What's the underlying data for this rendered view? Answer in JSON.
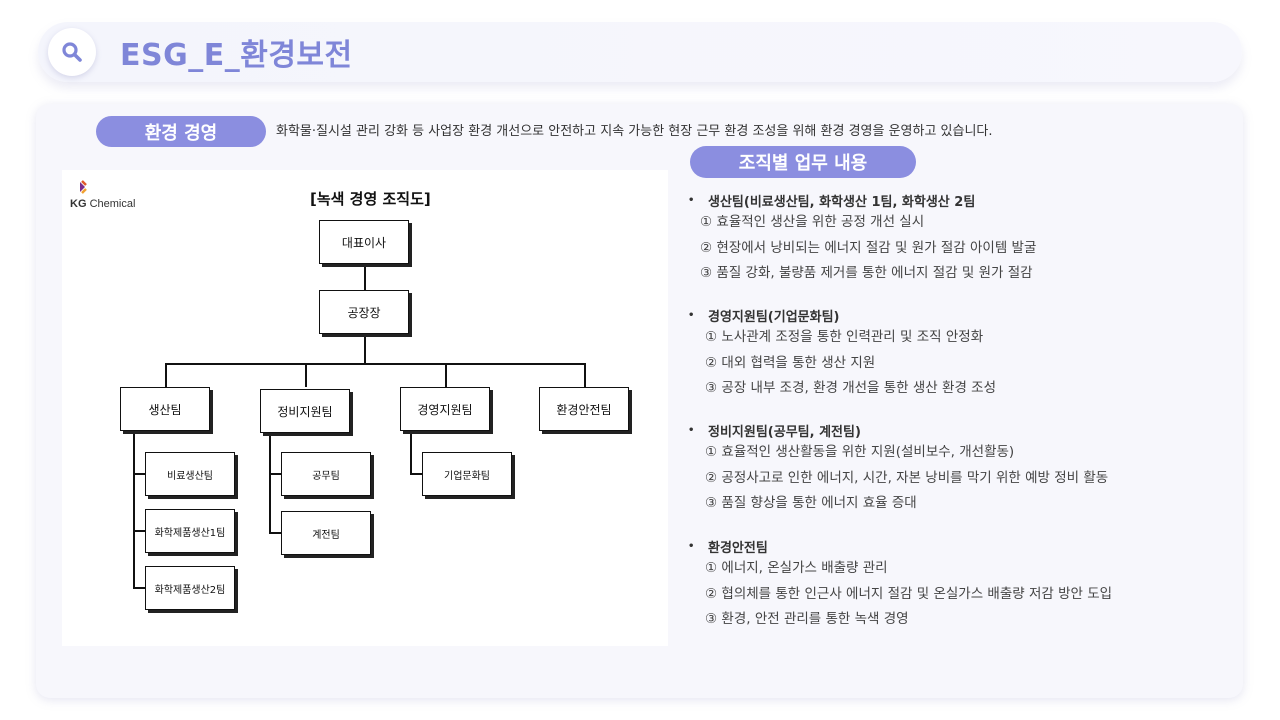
{
  "header": {
    "title": "ESG_E_환경보전"
  },
  "env_section": {
    "label": "환경 경영",
    "description": "화학물·질시설 관리 강화 등 사업장 환경 개선으로 안전하고 지속 가능한 현장 근무 환경 조성을 위해 환경 경영을 운영하고 있습니다."
  },
  "org_chart": {
    "logo_brand": "KG",
    "logo_word": "Chemical",
    "title": "[녹색 경영 조직도]",
    "ceo": "대표이사",
    "plant_manager": "공장장",
    "teams": [
      {
        "name": "생산팀",
        "subs": [
          "비료생산팀",
          "화학제품생산1팀",
          "화학제품생산2팀"
        ]
      },
      {
        "name": "정비지원팀",
        "subs": [
          "공무팀",
          "계전팀"
        ]
      },
      {
        "name": "경영지원팀",
        "subs": [
          "기업문화팀"
        ]
      },
      {
        "name": "환경안전팀",
        "subs": []
      }
    ]
  },
  "duties": {
    "label": "조직별 업무 내용",
    "bullet": "•",
    "sections": [
      {
        "title": "생산팀(비료생산팀, 화학생산 1팀, 화학생산 2팀",
        "items": [
          "① 효율적인 생산을 위한 공정 개선 실시",
          "② 현장에서 낭비되는 에너지 절감 및 원가 절감 아이템 발굴",
          "③ 품질 강화, 불량품 제거를 통한 에너지 절감 및 원가 절감"
        ]
      },
      {
        "title": "경영지원팀(기업문화팀)",
        "items": [
          "① 노사관계 조정을 통한 인력관리 및 조직 안정화",
          "② 대외 협력을 통한 생산 지원",
          "③ 공장 내부 조경, 환경 개선을 통한 생산 환경 조성"
        ]
      },
      {
        "title": "정비지원팀(공무팀, 계전팀)",
        "items": [
          "① 효율적인 생산활동을 위한 지원(설비보수, 개선활동)",
          "② 공정사고로 인한 에너지, 시간, 자본 낭비를 막기 위한 예방 정비 활동",
          "③ 품질 향상을 통한 에너지 효율 증대"
        ]
      },
      {
        "title": "환경안전팀",
        "items": [
          "① 에너지, 온실가스 배출량 관리",
          "② 협의체를 통한 인근사 에너지 절감 및 온실가스 배출량 저감 방안 도입",
          "③ 환경, 안전 관리를 통한 녹색 경영"
        ]
      }
    ]
  },
  "colors": {
    "accent": "#8b8ee0",
    "title": "#7f86d8",
    "panel": "#f7f7fc"
  },
  "icons": {
    "search": "search-icon",
    "logo": "kg-logo-icon"
  }
}
